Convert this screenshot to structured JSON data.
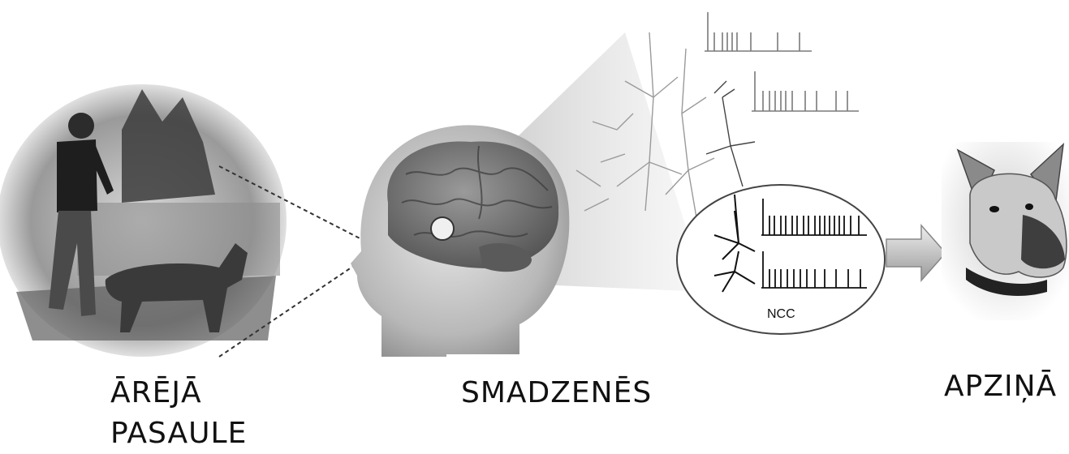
{
  "labels": {
    "outer_world_line1": "ĀRĒJĀ",
    "outer_world_line2": "PASAULE",
    "brain": "SMADZENĒS",
    "consciousness": "APZIŅĀ"
  },
  "ncc": {
    "text": "NCC"
  }
}
